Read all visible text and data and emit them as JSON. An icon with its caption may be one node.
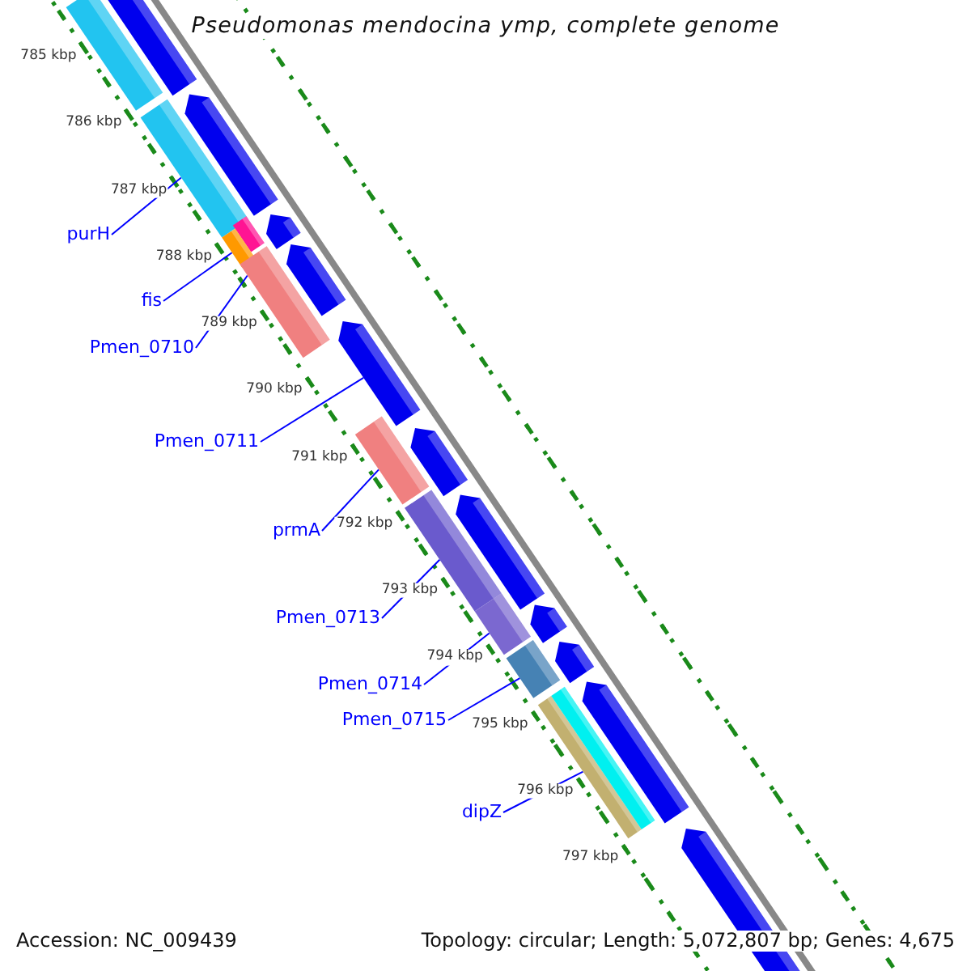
{
  "diagram": {
    "title": "Pseudomonas mendocina ymp, complete genome",
    "nodes": [
      {
        "text": [
          "purH"
        ]
      },
      {
        "text": [
          "fis"
        ]
      },
      {
        "text": [
          "Pmen_0710"
        ]
      },
      {
        "text": [
          "Pmen_0711"
        ]
      },
      {
        "text": [
          "prmA"
        ]
      },
      {
        "text": [
          "Pmen_0713"
        ]
      },
      {
        "text": [
          "Pmen_0714"
        ]
      },
      {
        "text": [
          "Pmen_0715"
        ]
      },
      {
        "text": [
          "dipZ"
        ]
      },
      {
        "text": [],
        "shape": "bar"
      },
      {
        "text": [],
        "shape": "arrow"
      },
      {
        "text": [],
        "shape": "bar"
      },
      {
        "text": [],
        "shape": "arrow"
      },
      {
        "text": [],
        "shape": "bar"
      },
      {
        "text": [],
        "shape": "bar"
      },
      {
        "text": [],
        "shape": "arrow"
      },
      {
        "text": [],
        "shape": "bar"
      },
      {
        "text": [],
        "shape": "arrow"
      },
      {
        "text": [],
        "shape": "arrow"
      },
      {
        "text": [],
        "shape": "bar"
      },
      {
        "text": [],
        "shape": "arrow"
      },
      {
        "text": [],
        "shape": "bar"
      },
      {
        "text": [],
        "shape": "arrow"
      },
      {
        "text": [],
        "shape": "bar"
      },
      {
        "text": [],
        "shape": "arrow"
      },
      {
        "text": [],
        "shape": "bar"
      },
      {
        "text": [],
        "shape": "arrow"
      },
      {
        "text": [],
        "shape": "bar"
      },
      {
        "text": [],
        "shape": "bar"
      },
      {
        "text": [],
        "shape": "arrow"
      },
      {
        "text": [],
        "shape": "arrow"
      }
    ],
    "edges": [
      {
        "from": 0,
        "to": 11,
        "arrow": "none"
      },
      {
        "from": 1,
        "to": 14,
        "arrow": "none"
      },
      {
        "from": 2,
        "to": 16,
        "arrow": "none"
      },
      {
        "from": 3,
        "to": 18,
        "arrow": "none"
      },
      {
        "from": 4,
        "to": 19,
        "arrow": "none"
      },
      {
        "from": 5,
        "to": 21,
        "arrow": "none"
      },
      {
        "from": 6,
        "to": 23,
        "arrow": "none"
      },
      {
        "from": 7,
        "to": 25,
        "arrow": "none"
      },
      {
        "from": 8,
        "to": 27,
        "arrow": "none"
      }
    ],
    "labels": [
      "785 kbp",
      "786 kbp",
      "787 kbp",
      "788 kbp",
      "789 kbp",
      "790 kbp",
      "791 kbp",
      "792 kbp",
      "793 kbp",
      "794 kbp",
      "795 kbp",
      "796 kbp",
      "797 kbp",
      "Accession: NC_009439",
      "Topology: circular; Length: 5,072,807 bp; Genes: 4,675"
    ]
  }
}
